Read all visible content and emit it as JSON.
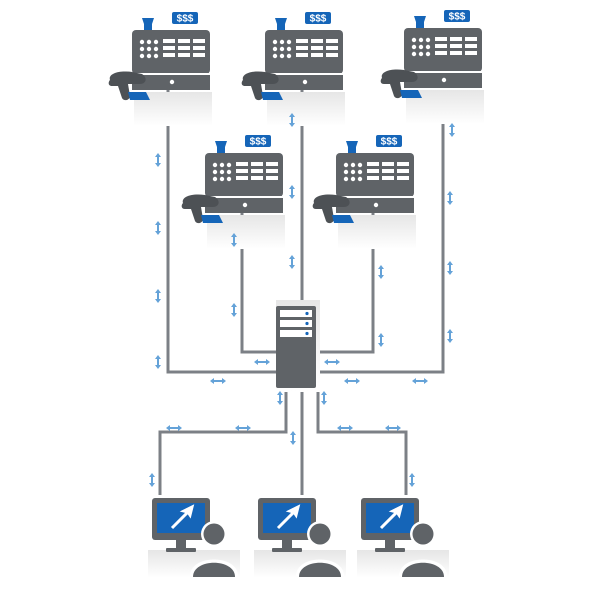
{
  "colors": {
    "device": "#5f6367",
    "device_dark": "#4d5155",
    "accent": "#1565b8",
    "wire": "#7c8086",
    "arrow": "#64a2d8",
    "screen_bezel": "#5f6367",
    "person": "#5f6367",
    "shadow": "#eeeeee"
  },
  "registers": [
    {
      "name": "pos-register-top-left",
      "badge": "$$$"
    },
    {
      "name": "pos-register-top-center",
      "badge": "$$$"
    },
    {
      "name": "pos-register-top-right",
      "badge": "$$$"
    },
    {
      "name": "pos-register-middle-left",
      "badge": "$$$"
    },
    {
      "name": "pos-register-middle-right",
      "badge": "$$$"
    }
  ],
  "server": {
    "name": "central-server-icon",
    "drive_bays": 3
  },
  "workstations": [
    {
      "name": "workstation-left",
      "pointer": "cursor-arrow-icon",
      "user": "user-icon"
    },
    {
      "name": "workstation-center",
      "pointer": "cursor-arrow-icon",
      "user": "user-icon"
    },
    {
      "name": "workstation-right",
      "pointer": "cursor-arrow-icon",
      "user": "user-icon"
    }
  ],
  "connector_icon": "double-arrow-icon"
}
